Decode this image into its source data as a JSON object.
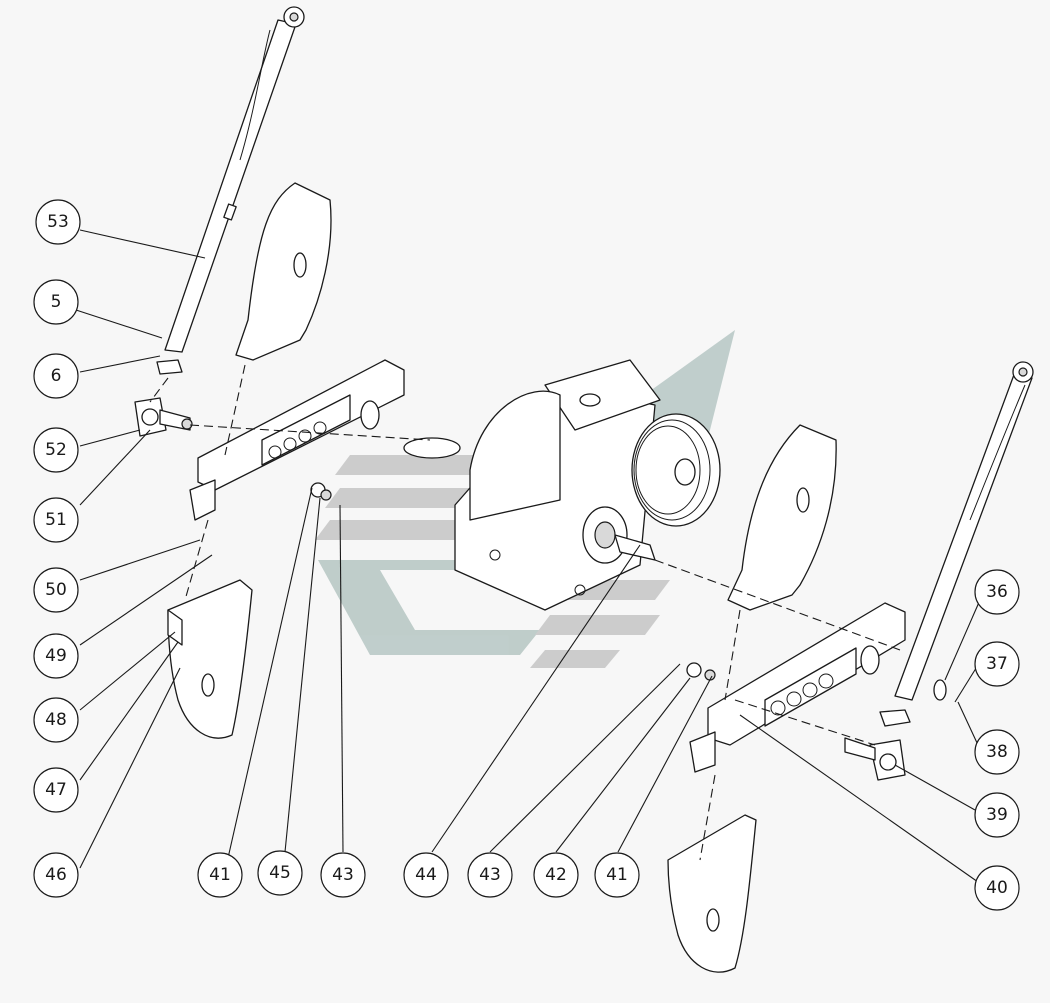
{
  "callouts": [
    {
      "id": "c53",
      "label": "53"
    },
    {
      "id": "c5",
      "label": "5"
    },
    {
      "id": "c6",
      "label": "6"
    },
    {
      "id": "c52",
      "label": "52"
    },
    {
      "id": "c51",
      "label": "51"
    },
    {
      "id": "c50",
      "label": "50"
    },
    {
      "id": "c49",
      "label": "49"
    },
    {
      "id": "c48",
      "label": "48"
    },
    {
      "id": "c47",
      "label": "47"
    },
    {
      "id": "c46",
      "label": "46"
    },
    {
      "id": "c41a",
      "label": "41"
    },
    {
      "id": "c45",
      "label": "45"
    },
    {
      "id": "c43a",
      "label": "43"
    },
    {
      "id": "c44",
      "label": "44"
    },
    {
      "id": "c43b",
      "label": "43"
    },
    {
      "id": "c42",
      "label": "42"
    },
    {
      "id": "c41b",
      "label": "41"
    },
    {
      "id": "c36",
      "label": "36"
    },
    {
      "id": "c37",
      "label": "37"
    },
    {
      "id": "c38",
      "label": "38"
    },
    {
      "id": "c39",
      "label": "39"
    },
    {
      "id": "c40",
      "label": "40"
    }
  ],
  "colors": {
    "line": "#1a1a1a",
    "background": "#f7f7f7",
    "watermark_gray": "#c8c8c8",
    "watermark_teal": "#b9c9c6"
  }
}
